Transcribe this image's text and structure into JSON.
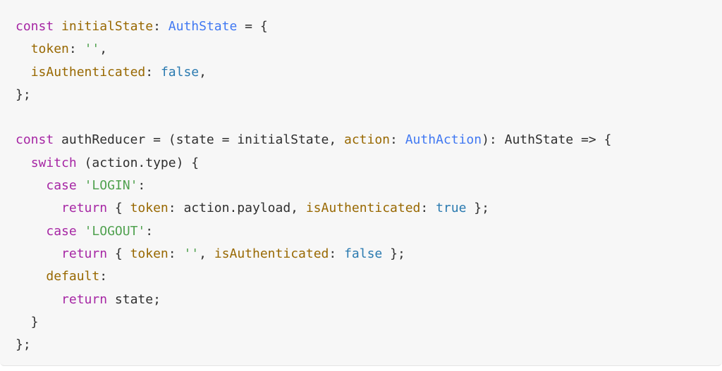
{
  "colors": {
    "background": "#f7f7f7",
    "plain": "#2f2f2f",
    "keyword": "#a626a4",
    "property": "#986801",
    "type": "#4078f2",
    "string": "#50a14f",
    "boolean": "#2a7ab0"
  },
  "code": {
    "lines": [
      [
        {
          "t": "const",
          "k": "keyword"
        },
        {
          "t": " ",
          "k": "plain"
        },
        {
          "t": "initialState",
          "k": "property"
        },
        {
          "t": ": ",
          "k": "plain"
        },
        {
          "t": "AuthState",
          "k": "type"
        },
        {
          "t": " = {",
          "k": "plain"
        }
      ],
      [
        {
          "t": "  ",
          "k": "plain"
        },
        {
          "t": "token",
          "k": "property"
        },
        {
          "t": ": ",
          "k": "plain"
        },
        {
          "t": "''",
          "k": "string"
        },
        {
          "t": ",",
          "k": "plain"
        }
      ],
      [
        {
          "t": "  ",
          "k": "plain"
        },
        {
          "t": "isAuthenticated",
          "k": "property"
        },
        {
          "t": ": ",
          "k": "plain"
        },
        {
          "t": "false",
          "k": "bool"
        },
        {
          "t": ",",
          "k": "plain"
        }
      ],
      [
        {
          "t": "};",
          "k": "plain"
        }
      ],
      [
        {
          "t": "",
          "k": "plain"
        }
      ],
      [
        {
          "t": "const",
          "k": "keyword"
        },
        {
          "t": " authReducer = (state = initialState, ",
          "k": "plain"
        },
        {
          "t": "action",
          "k": "property"
        },
        {
          "t": ": ",
          "k": "plain"
        },
        {
          "t": "AuthAction",
          "k": "type"
        },
        {
          "t": "): AuthState => {",
          "k": "plain"
        }
      ],
      [
        {
          "t": "  ",
          "k": "plain"
        },
        {
          "t": "switch",
          "k": "keyword"
        },
        {
          "t": " (action.type) {",
          "k": "plain"
        }
      ],
      [
        {
          "t": "    ",
          "k": "plain"
        },
        {
          "t": "case",
          "k": "keyword"
        },
        {
          "t": " ",
          "k": "plain"
        },
        {
          "t": "'LOGIN'",
          "k": "string"
        },
        {
          "t": ":",
          "k": "plain"
        }
      ],
      [
        {
          "t": "      ",
          "k": "plain"
        },
        {
          "t": "return",
          "k": "keyword"
        },
        {
          "t": " { ",
          "k": "plain"
        },
        {
          "t": "token",
          "k": "property"
        },
        {
          "t": ": action.payload, ",
          "k": "plain"
        },
        {
          "t": "isAuthenticated",
          "k": "property"
        },
        {
          "t": ": ",
          "k": "plain"
        },
        {
          "t": "true",
          "k": "bool"
        },
        {
          "t": " };",
          "k": "plain"
        }
      ],
      [
        {
          "t": "    ",
          "k": "plain"
        },
        {
          "t": "case",
          "k": "keyword"
        },
        {
          "t": " ",
          "k": "plain"
        },
        {
          "t": "'LOGOUT'",
          "k": "string"
        },
        {
          "t": ":",
          "k": "plain"
        }
      ],
      [
        {
          "t": "      ",
          "k": "plain"
        },
        {
          "t": "return",
          "k": "keyword"
        },
        {
          "t": " { ",
          "k": "plain"
        },
        {
          "t": "token",
          "k": "property"
        },
        {
          "t": ": ",
          "k": "plain"
        },
        {
          "t": "''",
          "k": "string"
        },
        {
          "t": ", ",
          "k": "plain"
        },
        {
          "t": "isAuthenticated",
          "k": "property"
        },
        {
          "t": ": ",
          "k": "plain"
        },
        {
          "t": "false",
          "k": "bool"
        },
        {
          "t": " };",
          "k": "plain"
        }
      ],
      [
        {
          "t": "    ",
          "k": "plain"
        },
        {
          "t": "default",
          "k": "default"
        },
        {
          "t": ":",
          "k": "plain"
        }
      ],
      [
        {
          "t": "      ",
          "k": "plain"
        },
        {
          "t": "return",
          "k": "keyword"
        },
        {
          "t": " state;",
          "k": "plain"
        }
      ],
      [
        {
          "t": "  }",
          "k": "plain"
        }
      ],
      [
        {
          "t": "};",
          "k": "plain"
        }
      ]
    ]
  }
}
